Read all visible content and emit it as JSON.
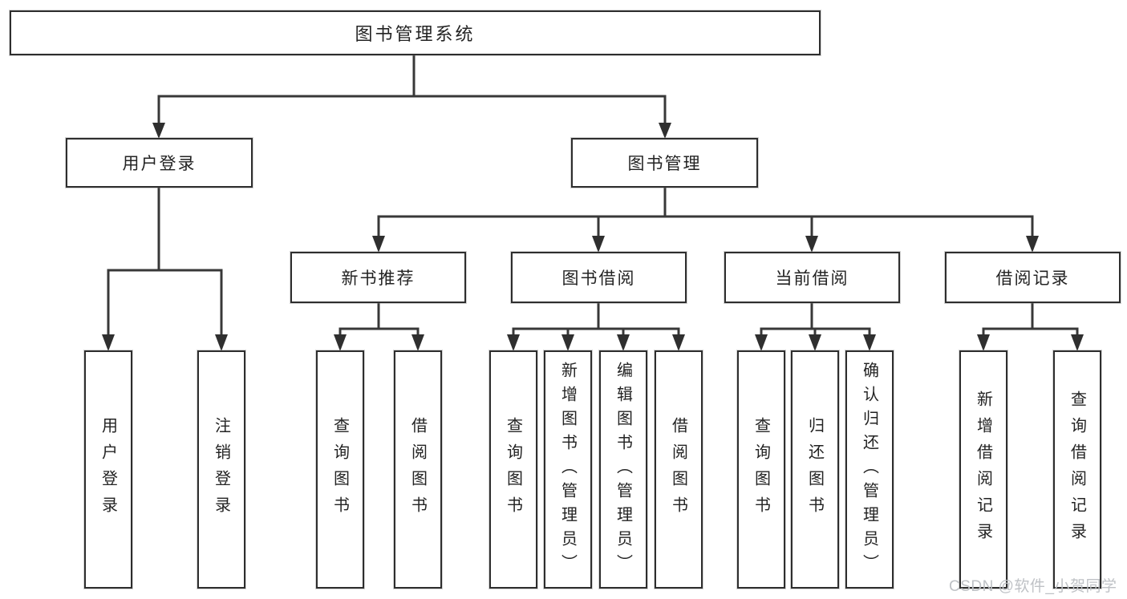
{
  "colors": {
    "background": "#ffffff",
    "line": "#383838",
    "arrowhead": "#2f2f2f",
    "box_border": "#2e2e2e",
    "box_background": "#ffffff",
    "text": "#232323",
    "watermark": "#bfc2c6"
  },
  "tree": {
    "root": "图书管理系统",
    "branches": [
      {
        "label": "用户登录",
        "children": [
          "用户登录",
          "注销登录"
        ]
      },
      {
        "label": "图书管理",
        "sections": [
          {
            "label": "新书推荐",
            "children": [
              "查询图书",
              "借阅图书"
            ]
          },
          {
            "label": "图书借阅",
            "children": [
              "查询图书",
              "新增图书（管理员）",
              "编辑图书（管理员）",
              "借阅图书"
            ]
          },
          {
            "label": "当前借阅",
            "children": [
              "查询图书",
              "归还图书",
              "确认归还（管理员）"
            ]
          },
          {
            "label": "借阅记录",
            "children": [
              "新增借阅记录",
              "查询借阅记录"
            ]
          }
        ]
      }
    ]
  },
  "watermark": {
    "text": "CSDN @软件_小贺同学"
  }
}
